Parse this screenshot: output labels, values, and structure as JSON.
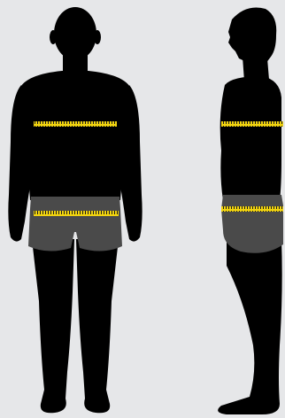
{
  "colors": {
    "background": "#e6e7e9",
    "silhouette": "#000000",
    "underwear": "#4a4a4a",
    "tape": "#f2d40f",
    "tape_marks": "#1a1a1a"
  },
  "figures": [
    {
      "view": "front",
      "icon": "human-silhouette-front-icon",
      "tapes": [
        "chest",
        "hips"
      ]
    },
    {
      "view": "side",
      "icon": "human-silhouette-side-icon",
      "tapes": [
        "chest",
        "hips"
      ]
    }
  ]
}
